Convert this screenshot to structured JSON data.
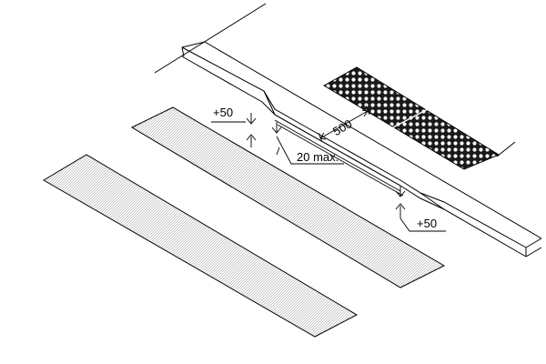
{
  "diagram": {
    "labels": {
      "step_left": "+50",
      "gap_max": "20 max.",
      "tactile_width": "500",
      "step_right": "+50"
    },
    "colors": {
      "line": "#000000",
      "background": "#ffffff",
      "hatch": "#b3b3b3",
      "paving_fill": "#1a1a1a"
    }
  }
}
